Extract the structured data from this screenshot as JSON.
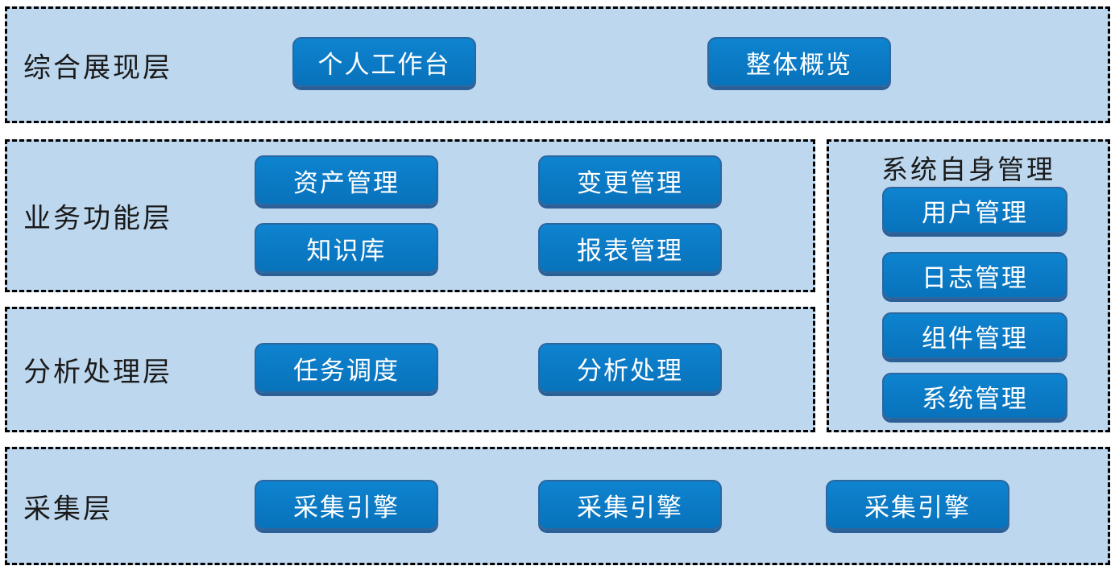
{
  "diagram": {
    "layers": {
      "display": {
        "label": "综合展现层",
        "buttons": [
          {
            "label": "个人工作台"
          },
          {
            "label": "整体概览"
          }
        ]
      },
      "business": {
        "label": "业务功能层",
        "buttons": [
          {
            "label": "资产管理"
          },
          {
            "label": "变更管理"
          },
          {
            "label": "知识库"
          },
          {
            "label": "报表管理"
          }
        ]
      },
      "analysis": {
        "label": "分析处理层",
        "buttons": [
          {
            "label": "任务调度"
          },
          {
            "label": "分析处理"
          }
        ]
      },
      "collection": {
        "label": "采集层",
        "buttons": [
          {
            "label": "采集引擎"
          },
          {
            "label": "采集引擎"
          },
          {
            "label": "采集引擎"
          }
        ]
      },
      "system": {
        "label": "系统自身管理",
        "buttons": [
          {
            "label": "用户管理"
          },
          {
            "label": "日志管理"
          },
          {
            "label": "组件管理"
          },
          {
            "label": "系统管理"
          }
        ]
      }
    },
    "colors": {
      "page_background": "#ffffff",
      "layer_background": "#bdd7ee",
      "layer_border": "#000000",
      "module_fill": "#0b79c4",
      "module_edge": "#2b669f",
      "module_text": "#ffffff",
      "label_text": "#1a1a1a"
    }
  }
}
